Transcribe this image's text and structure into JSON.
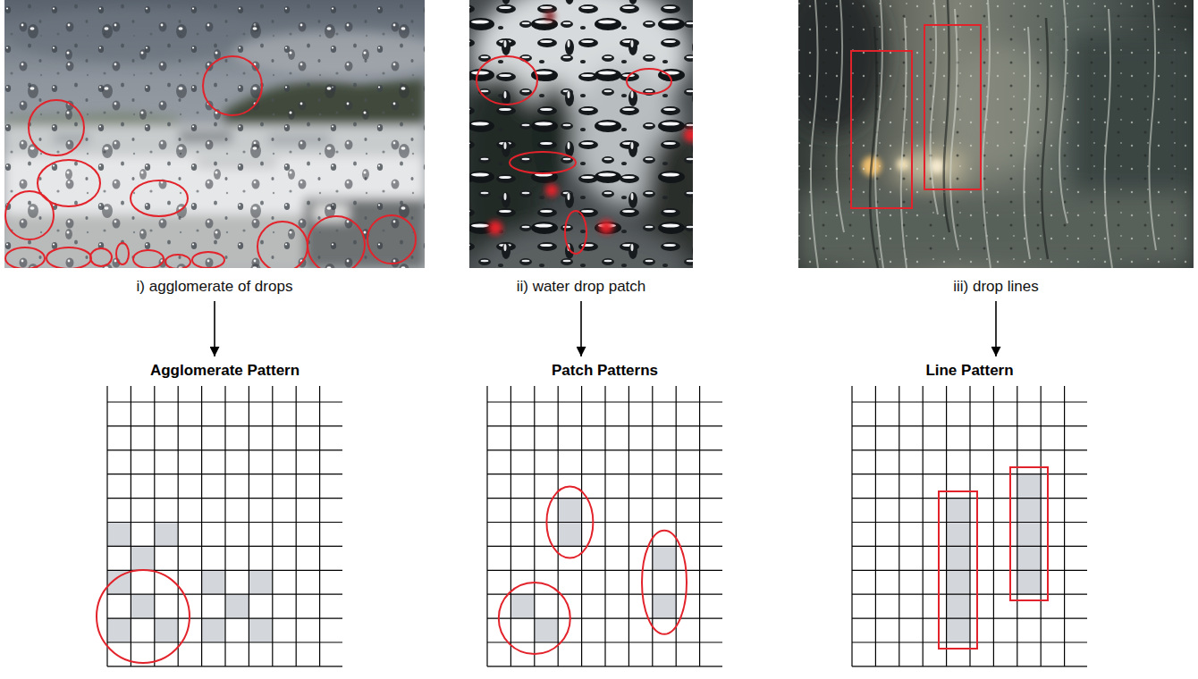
{
  "diagram": {
    "nodes": [
      {
        "text": [
          "i) agglomerate of drops"
        ]
      },
      {
        "text": [
          "ii) water drop patch"
        ]
      },
      {
        "text": [
          "iii) drop lines"
        ]
      },
      {
        "text": [
          "Agglomerate Pattern"
        ]
      },
      {
        "text": [
          "Patch Patterns"
        ]
      },
      {
        "text": [
          "Line Pattern"
        ]
      }
    ],
    "edges": [
      {
        "from": 0,
        "to": 3,
        "arrow": "to"
      },
      {
        "from": 1,
        "to": 4,
        "arrow": "to"
      },
      {
        "from": 2,
        "to": 5,
        "arrow": "to"
      }
    ]
  }
}
